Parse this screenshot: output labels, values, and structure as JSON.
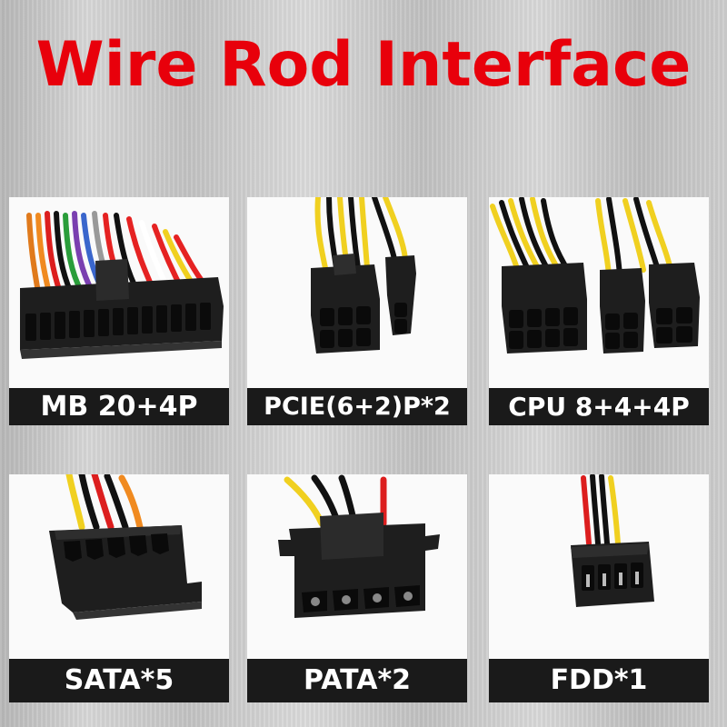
{
  "title": "Wire Rod Interface",
  "connectors": [
    {
      "label": "MB 20+4P"
    },
    {
      "label": "PCIE(6+2)P*2"
    },
    {
      "label": "CPU 8+4+4P"
    },
    {
      "label": "SATA*5"
    },
    {
      "label": "PATA*2"
    },
    {
      "label": "FDD*1"
    }
  ]
}
